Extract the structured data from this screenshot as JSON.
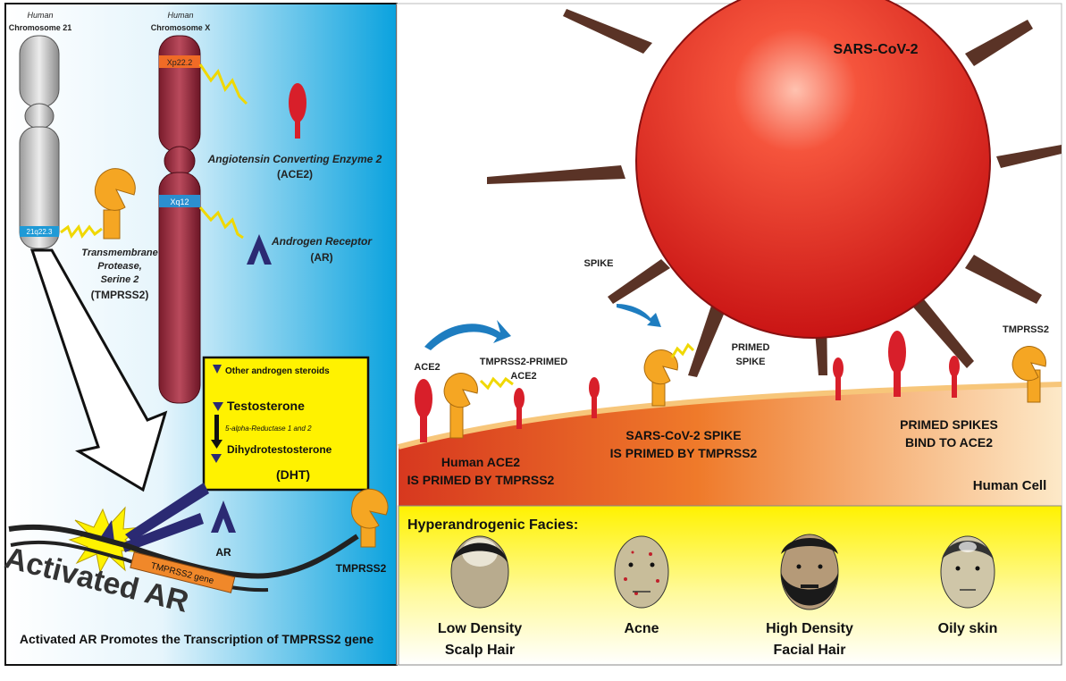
{
  "left_panel": {
    "chromosome_21": {
      "species": "Human",
      "name": "Chromosome 21",
      "band": "21q22.3"
    },
    "chromosome_x": {
      "species": "Human",
      "name": "Chromosome X",
      "band_top": "Xp22.2",
      "band_mid": "Xq12"
    },
    "ace2_gene": {
      "name": "Angiotensin Converting Enzyme 2",
      "abbr": "(ACE2)"
    },
    "ar_gene": {
      "name": "Androgen Receptor",
      "abbr": "(AR)"
    },
    "tmprss2_gene": {
      "line1": "Transmembrane",
      "line2": "Protease,",
      "line3": "Serine 2",
      "abbr": "(TMPRSS2)"
    },
    "hormone_box": {
      "other": "Other androgen steroids",
      "testosterone": "Testosterone",
      "enzyme": "5-alpha-Reductase 1 and 2",
      "dht": "Dihydrotestosterone",
      "dht_abbr": "(DHT)"
    },
    "ar_label": "AR",
    "tmprss2_label": "TMPRSS2",
    "tmprss2_gene_bar": "TMPRSS2 gene",
    "activated_ar": "Activated AR",
    "caption": "Activated AR Promotes the Transcription of TMPRSS2 gene"
  },
  "right_panel": {
    "virus_label": "SARS-CoV-2",
    "spike": "SPIKE",
    "primed_spike_1": "PRIMED",
    "primed_spike_2": "SPIKE",
    "ace2": "ACE2",
    "tmprss2_primed_1": "TMPRSS2-PRIMED",
    "tmprss2_primed_2": "ACE2",
    "tmprss2": "TMPRSS2",
    "human_ace2_1": "Human ACE2",
    "human_ace2_2": "IS PRIMED BY TMPRSS2",
    "spike_primed_1": "SARS-CoV-2 SPIKE",
    "spike_primed_2": "IS PRIMED BY TMPRSS2",
    "primed_bind_1": "PRIMED SPIKES",
    "primed_bind_2": "BIND TO ACE2",
    "human_cell": "Human Cell",
    "facies_title": "Hyperandrogenic Facies:",
    "facies": [
      {
        "line1": "Low Density",
        "line2": "Scalp Hair"
      },
      {
        "line1": "Acne",
        "line2": ""
      },
      {
        "line1": "High Density",
        "line2": "Facial Hair"
      },
      {
        "line1": "Oily skin",
        "line2": ""
      }
    ]
  },
  "colors": {
    "virus": "#e8231f",
    "spike": "#5a3326",
    "receptor": "#d81f2a",
    "tmprss2": "#f5a623",
    "ar": "#2b2a73",
    "blue_bg": "#1aa7e0",
    "yellow": "#fff200",
    "chromosome_x": "#a3283d"
  }
}
